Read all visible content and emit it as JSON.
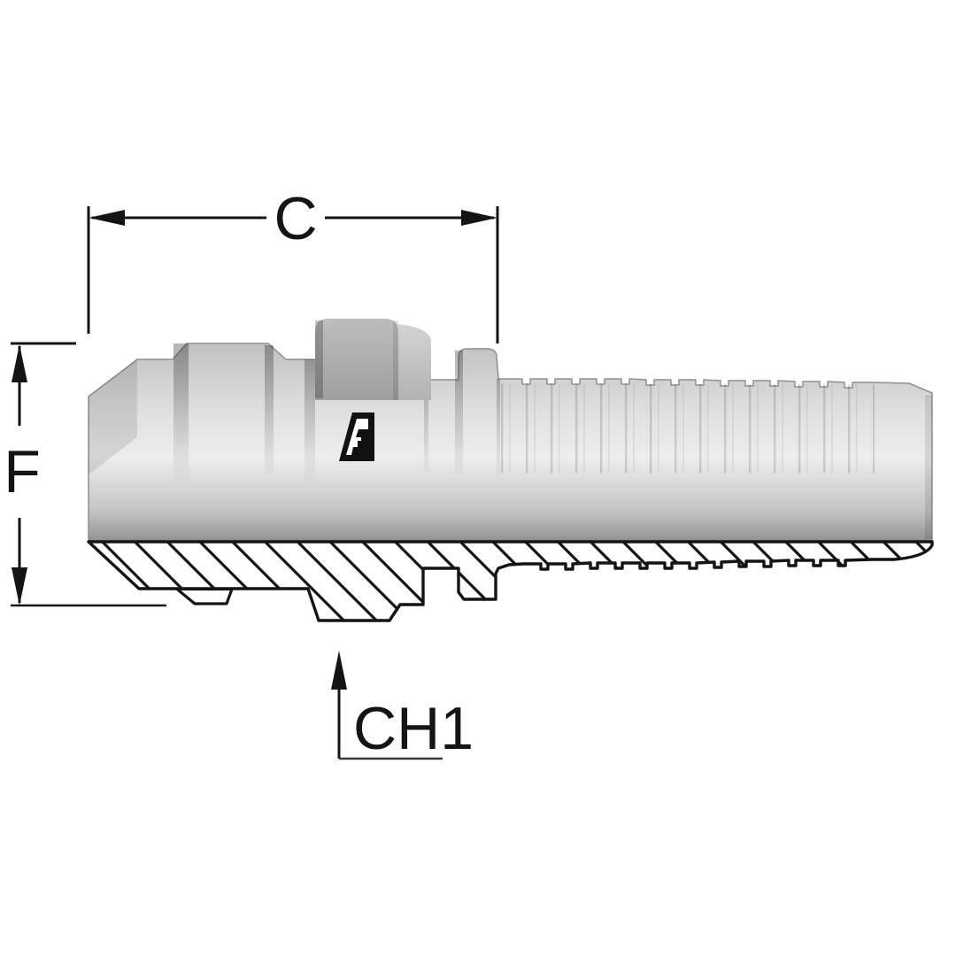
{
  "drawing": {
    "kind": "technical-drawing",
    "depicts": "Male straight hose insert fitting, side view with half section",
    "labels": {
      "length_dimension": "C",
      "height_dimension": "F",
      "hex_dimension": "CH1"
    },
    "colors": {
      "line": "#141414",
      "body_highlight": "#ededed",
      "body_mid": "#c9c9c9",
      "body_dark": "#949494",
      "hex_face": "#b0b0b0",
      "background": "#ffffff"
    },
    "logo": "manufacturer-mark"
  }
}
